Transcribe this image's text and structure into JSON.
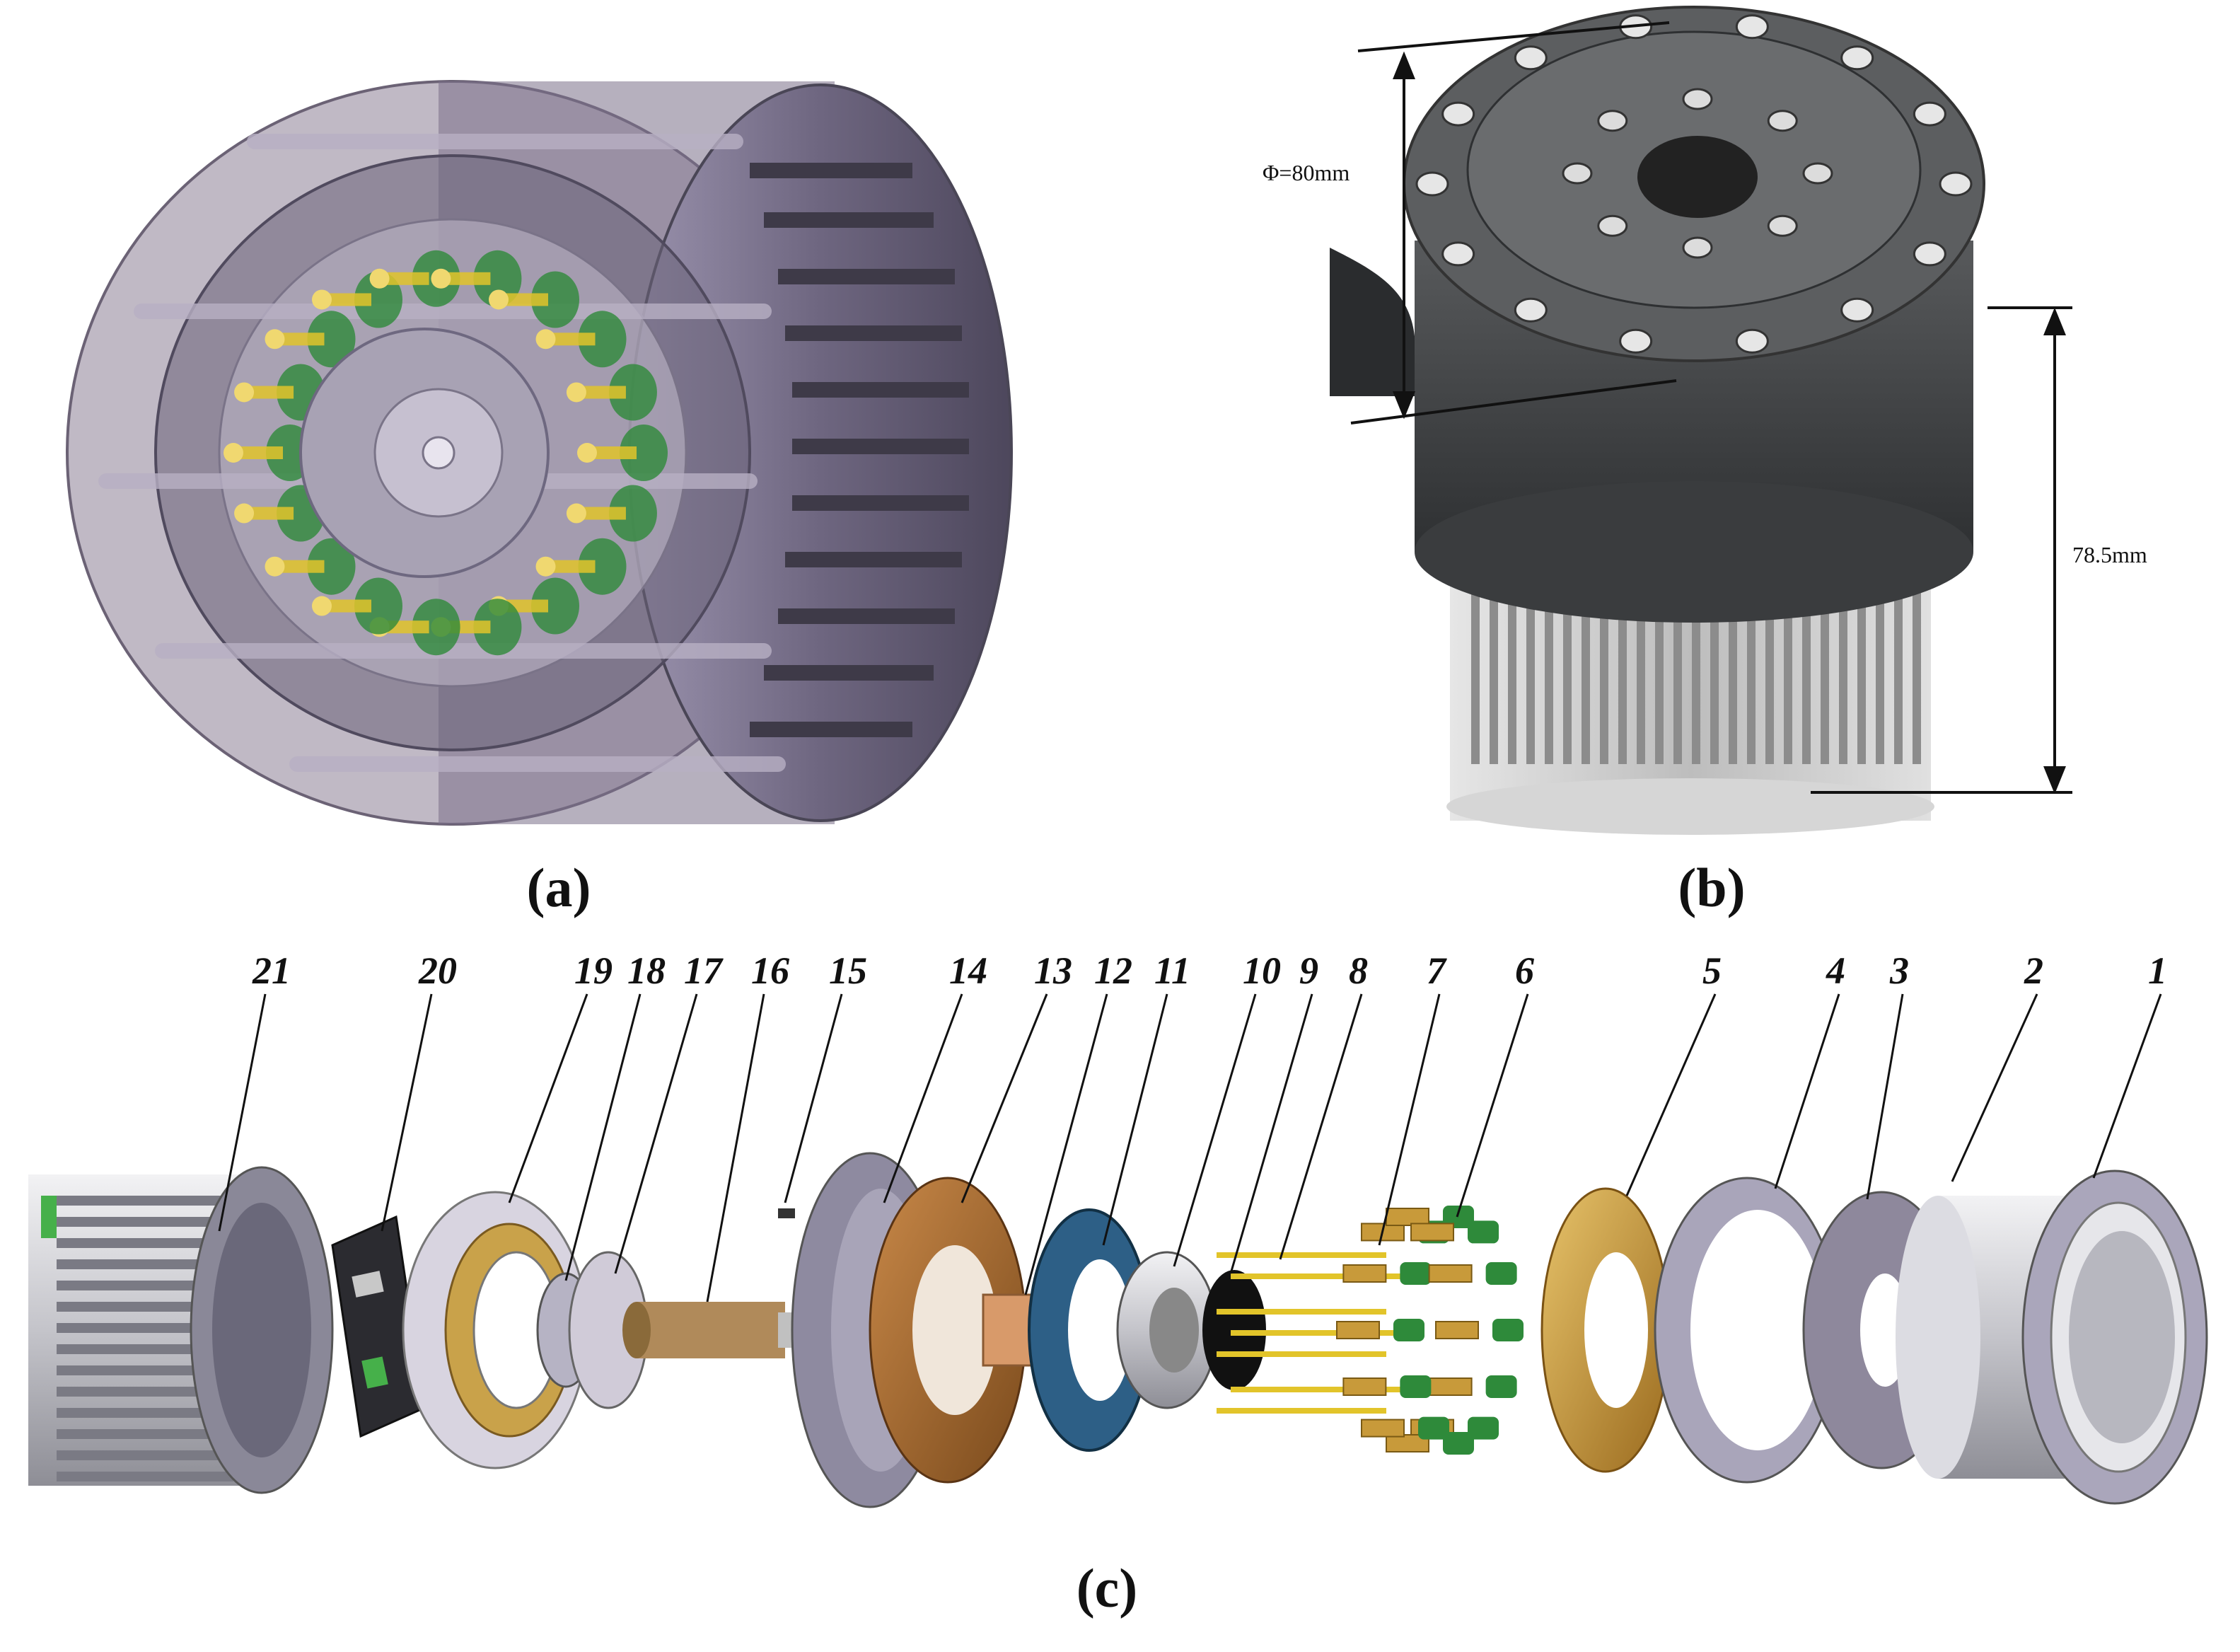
{
  "panels": {
    "a": {
      "label": "(a)"
    },
    "b": {
      "label": "(b)",
      "dim_diameter": "Φ=80mm",
      "dim_height": "78.5mm"
    },
    "c": {
      "label": "(c)"
    }
  },
  "part_numbers": [
    "1",
    "2",
    "3",
    "4",
    "5",
    "6",
    "7",
    "8",
    "9",
    "10",
    "11",
    "12",
    "13",
    "14",
    "15",
    "16",
    "17",
    "18",
    "19",
    "20",
    "21"
  ],
  "colors": {
    "housing_purple": "#8a8099",
    "housing_dark": "#4a4656",
    "bearing_gold": "#c89a3a",
    "bronze": "#a86c32",
    "blue_gear": "#2d5f86",
    "green_roller": "#2e8a3a",
    "yellow_pin": "#e2c42a",
    "motor_black": "#3a3c3e",
    "fin_silver": "#d8d8d8"
  }
}
